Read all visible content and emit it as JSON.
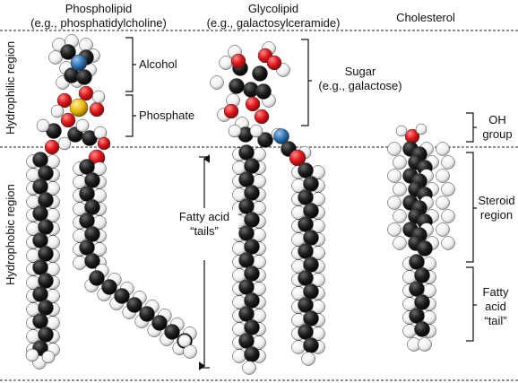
{
  "columns": {
    "phospholipid": {
      "title": "Phospholipid",
      "example": "(e.g., phosphatidylcholine)"
    },
    "glycolipid": {
      "title": "Glycolipid",
      "example": "(e.g., galactosylceramide)"
    },
    "cholesterol": {
      "title": "Cholesterol"
    }
  },
  "regions": {
    "hydrophilic": "Hydrophilic region",
    "hydrophobic": "Hydrophobic region"
  },
  "labels": {
    "alcohol": "Alcohol",
    "phosphate": "Phosphate",
    "fatty_acid_tails_1": "Fatty acid",
    "fatty_acid_tails_2": "“tails”",
    "sugar_1": "Sugar",
    "sugar_2": "(e.g., galactose)",
    "oh_1": "OH",
    "oh_2": "group",
    "steroid_1": "Steroid",
    "steroid_2": "region",
    "fatty_tail_1": "Fatty",
    "fatty_tail_2": "acid",
    "fatty_tail_3": "“tail”"
  },
  "colors": {
    "carbon": "#1a1a1a",
    "hydrogen": "#f2f2f2",
    "oxygen": "#e0161b",
    "phosphorus": "#e8b400",
    "nitrogen": "#2a6fb0"
  }
}
